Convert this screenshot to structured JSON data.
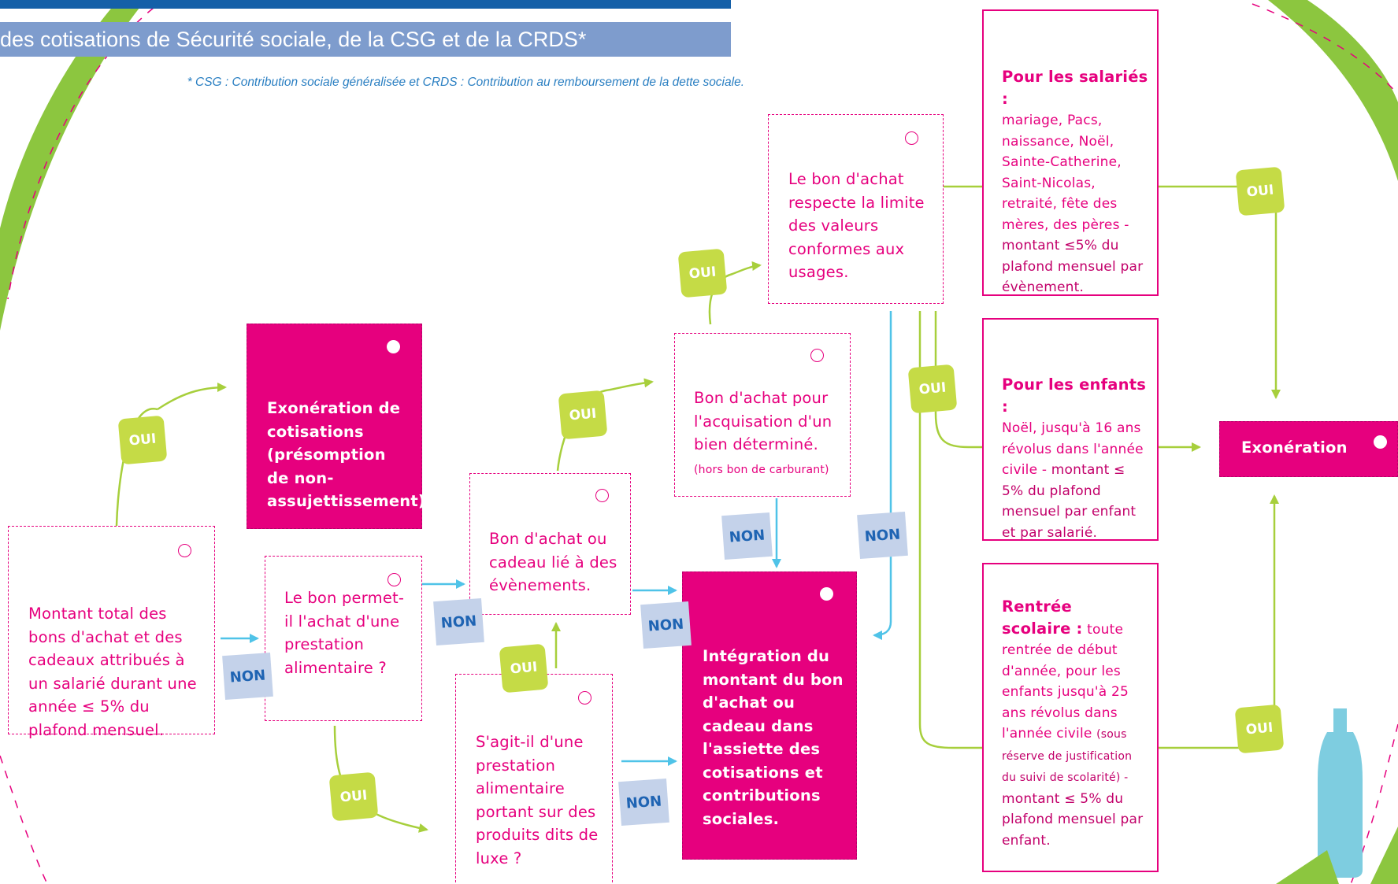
{
  "header": {
    "title": "des cotisations de Sécurité sociale, de la CSG et de la CRDS*",
    "footnote": "* CSG : Contribution sociale généralisée et CRDS : Contribution au remboursement de la dette sociale."
  },
  "boxes": {
    "montant_total": "Montant total des bons d'achat et des cadeaux attribués à un salarié durant une année ≤ 5% du plafond mensuel.",
    "exoneration_cotisations": "Exonération de cotisations (présomption de non-assujettissement)",
    "bon_alimentaire": "Le bon permet-il l'achat d'une prestation alimentaire ?",
    "bon_evenements": "Bon d'achat ou cadeau lié à des évènements.",
    "prestation_luxe": "S'agit-il d'une prestation alimentaire portant sur des produits dits de luxe ?",
    "bien_determine": "Bon d'achat pour l'acquisation d'un bien déterminé.",
    "bien_determine_note": "(hors bon de carburant)",
    "limite_valeurs": "Le bon d'achat respecte la limite des valeurs conformes aux usages.",
    "integration": "Intégration du montant du bon d'achat ou cadeau dans l'assiette des cotisations et contributions sociales.",
    "exoneration": "Exonération"
  },
  "cases": {
    "salaries_title": "Pour les salariés :",
    "salaries_text": "mariage, Pacs, naissance, Noël, Sainte-Catherine, Saint-Nicolas, retraité, fête des mères, des pères -",
    "salaries_limit": "montant ≤5% du plafond mensuel par évènement.",
    "enfants_title": "Pour les enfants :",
    "enfants_text": "Noël, jusqu'à 16 ans révolus dans l'année civile -",
    "enfants_limit": "montant ≤ 5% du plafond mensuel par enfant et par salarié.",
    "rentree_title_1": "Rentrée",
    "rentree_title_2": "scolaire :",
    "rentree_text": "toute rentrée de début d'année, pour les enfants jusqu'à 25 ans révolus dans l'année civile",
    "rentree_note": "(sous réserve de justification du suivi de scolarité) -",
    "rentree_limit": "montant ≤ 5% du plafond mensuel par enfant."
  },
  "labels": {
    "oui": "OUI",
    "non": "NON"
  },
  "colors": {
    "magenta": "#e6007e",
    "green": "#8cc63f",
    "lime_tag": "#c5db46",
    "cyan": "#4fc3e8",
    "blue_bar": "#1560a8",
    "title_band": "#7e9ccd",
    "non_bg": "#c4d2ea",
    "non_text": "#1f64b3"
  }
}
